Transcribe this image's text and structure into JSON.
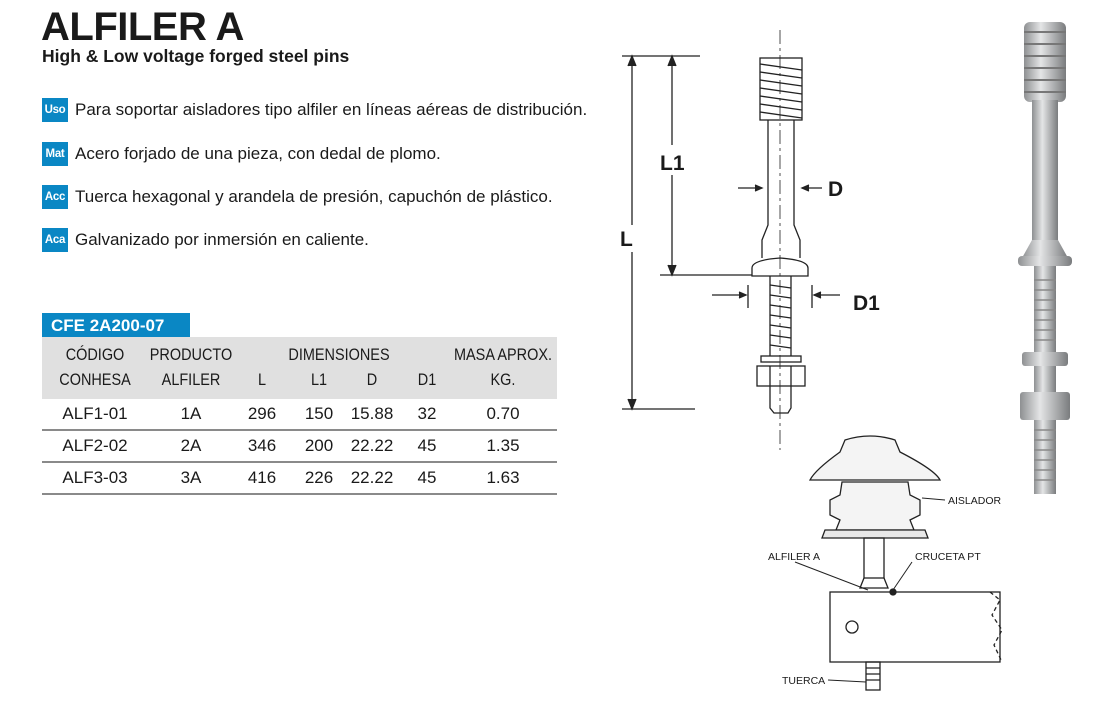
{
  "header": {
    "title": "ALFILER A",
    "subtitle": "High & Low voltage forged steel pins"
  },
  "features": [
    {
      "badge": "Uso",
      "text": "Para soportar aisladores tipo alfiler en líneas aéreas de distribución."
    },
    {
      "badge": "Mat",
      "text": "Acero forjado de una pieza, con dedal de plomo."
    },
    {
      "badge": "Acc",
      "text": "Tuerca hexagonal y arandela de presión, capuchón de plástico."
    },
    {
      "badge": "Aca",
      "text": "Galvanizado por inmersión en caliente."
    }
  ],
  "table": {
    "standard": "CFE 2A200-07",
    "headers": {
      "codigo_1": "CÓDIGO",
      "codigo_2": "CONHESA",
      "producto_1": "PRODUCTO",
      "producto_2": "ALFILER",
      "dimensiones": "DIMENSIONES",
      "L": "L",
      "L1": "L1",
      "D": "D",
      "D1": "D1",
      "masa_1": "MASA APROX.",
      "masa_2": "KG."
    },
    "rows": [
      [
        "ALF1-01",
        "1A",
        "296",
        "150",
        "15.88",
        "32",
        "0.70"
      ],
      [
        "ALF2-02",
        "2A",
        "346",
        "200",
        "22.22",
        "45",
        "1.35"
      ],
      [
        "ALF3-03",
        "3A",
        "416",
        "226",
        "22.22",
        "45",
        "1.63"
      ]
    ]
  },
  "diagram": {
    "L": "L",
    "L1": "L1",
    "D": "D",
    "D1": "D1"
  },
  "assembly": {
    "aislador": "AISLADOR",
    "alfiler": "ALFILER A",
    "cruceta": "CRUCETA PT",
    "tuerca": "TUERCA"
  },
  "colors": {
    "accent": "#0a87c4",
    "header_bg": "#e0e0e0"
  }
}
